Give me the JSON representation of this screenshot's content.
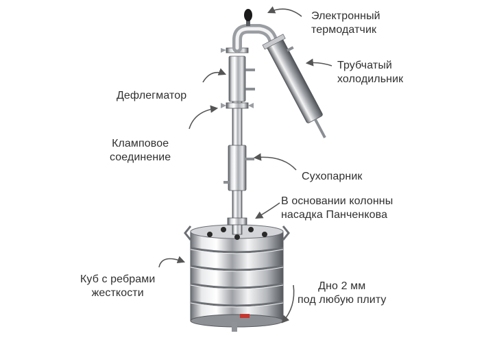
{
  "labels": {
    "thermo": "Электронный\nтермодатчик",
    "condenser": "Трубчатый\nхолодильник",
    "dephlegmator": "Дефлегматор",
    "clamp": "Кламповое\nсоединение",
    "dry_steamer": "Сухопарник",
    "panchenkov": "В основании колонны\nнасадка Панченкова",
    "cube": "Куб с ребрами\nжесткости",
    "bottom": "Дно 2 мм\nпод любую плиту"
  },
  "colors": {
    "text": "#2f2f2f",
    "arrow": "#555555",
    "steel_light": "#f2f2f2",
    "steel_mid": "#b9bcc0",
    "steel_dark": "#4a4d52",
    "knob": "#1a1a1a"
  }
}
